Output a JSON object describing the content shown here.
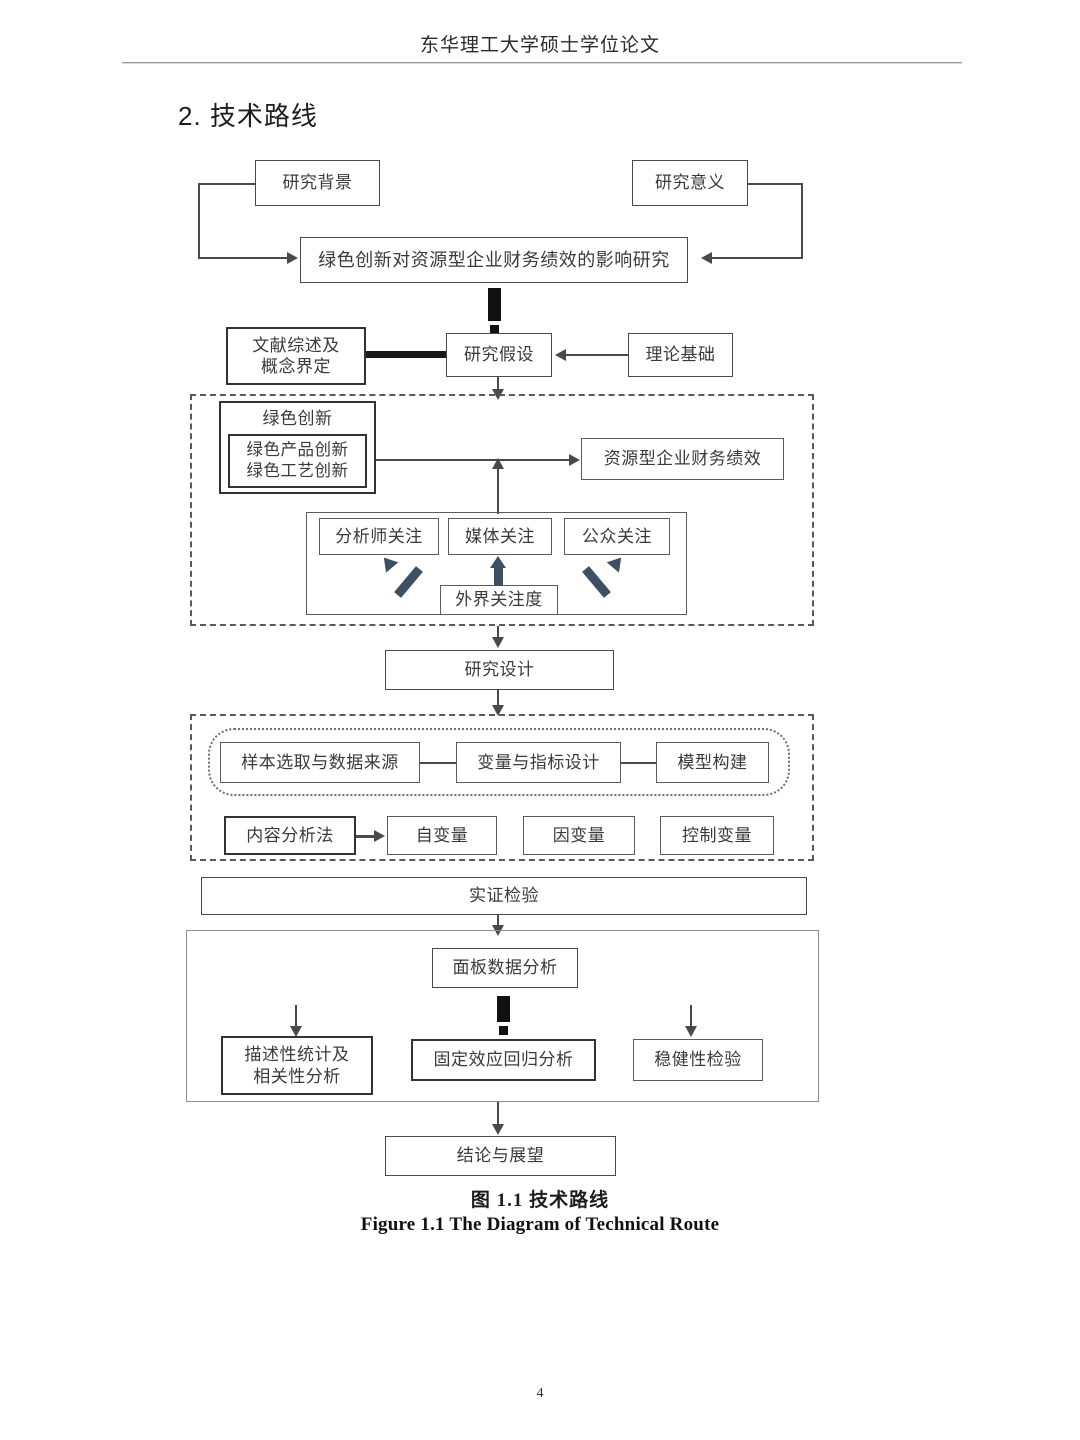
{
  "document": {
    "running_header": "东华理工大学硕士学位论文",
    "section_heading": "2. 技术路线",
    "page_number": "4",
    "caption_cn": "图  1.1  技术路线",
    "caption_en": "Figure 1.1 The Diagram of Technical Route"
  },
  "colors": {
    "box_border": "#4a4a4a",
    "zone_border": "#5a5a5a",
    "navy_arrow": "#3d4f63",
    "thick_connector": "#111111",
    "text": "#3a3a3a"
  },
  "diagram": {
    "title": "技术路线",
    "nodes": {
      "research_background": "研究背景",
      "research_significance": "研究意义",
      "main_topic": "绿色创新对资源型企业财务绩效的影响研究",
      "literature_review": {
        "line1": "文献综述及",
        "line2": "概念界定"
      },
      "research_hypothesis": "研究假设",
      "theoretical_basis": "理论基础",
      "green_innovation_group": "绿色创新",
      "green_product_innovation": "绿色产品创新",
      "green_process_innovation": "绿色工艺创新",
      "financial_performance": "资源型企业财务绩效",
      "analyst_attention": "分析师关注",
      "media_attention": "媒体关注",
      "public_attention": "公众关注",
      "external_attention": "外界关注度",
      "research_design": "研究设计",
      "sample_selection": "样本选取与数据来源",
      "variable_indicator_design": "变量与指标设计",
      "model_construction": "模型构建",
      "content_analysis": "内容分析法",
      "independent_variable": "自变量",
      "dependent_variable": "因变量",
      "control_variable": "控制变量",
      "empirical_test": "实证检验",
      "panel_data_analysis": "面板数据分析",
      "descriptive_stats": {
        "line1": "描述性统计及",
        "line2": "相关性分析"
      },
      "fixed_effect_regression": "固定效应回归分析",
      "robustness_test": "稳健性检验",
      "conclusion_outlook": "结论与展望"
    }
  }
}
